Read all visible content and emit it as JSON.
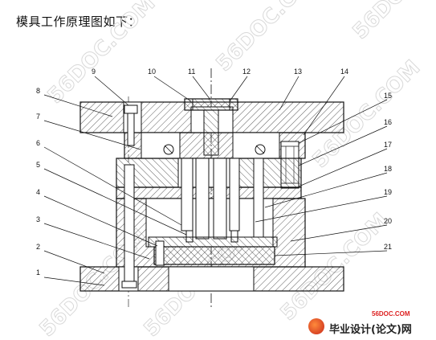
{
  "caption": "模具工作原理图如下：",
  "part_labels": [
    "1",
    "2",
    "3",
    "4",
    "5",
    "6",
    "7",
    "8",
    "9",
    "10",
    "11",
    "12",
    "13",
    "14",
    "15",
    "16",
    "17",
    "18",
    "19",
    "20",
    "21"
  ],
  "watermark": "56DOC.COM",
  "logo": {
    "url": "56DOC.COM",
    "text": "毕业设计(论文)网"
  },
  "colors": {
    "line": "#111111",
    "hatch": "#333333",
    "watermark": "#d9d9d9",
    "logo_accent": "#d22222"
  }
}
